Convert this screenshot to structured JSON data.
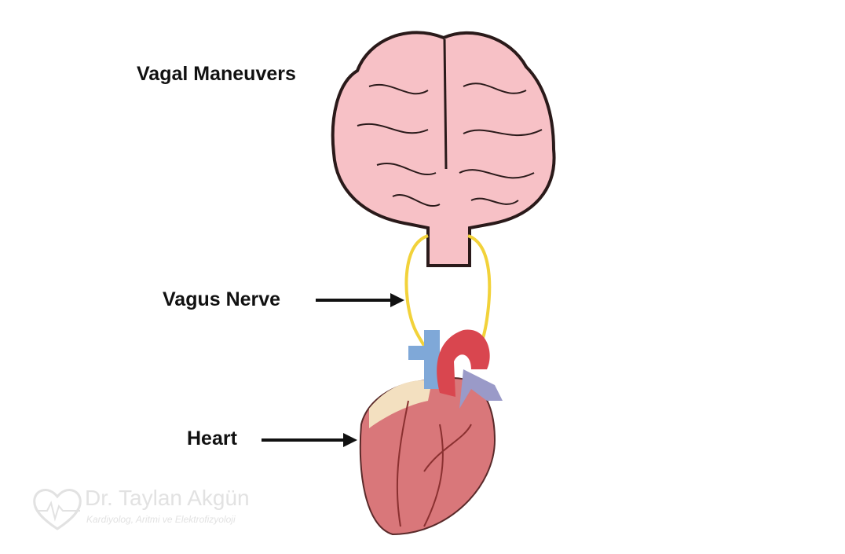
{
  "labels": {
    "title": "Vagal Maneuvers",
    "nerve": "Vagus Nerve",
    "heart": "Heart"
  },
  "watermark": {
    "name": "Dr. Taylan Akgün",
    "subtitle": "Kardiyolog, Aritmi ve Elektrofizyoloji"
  },
  "colors": {
    "brain": "#f7c1c6",
    "nerve": "#f2d23a",
    "heart": "#d9777a",
    "aorta": "#d9464f",
    "vein": "#7fa8d8"
  }
}
